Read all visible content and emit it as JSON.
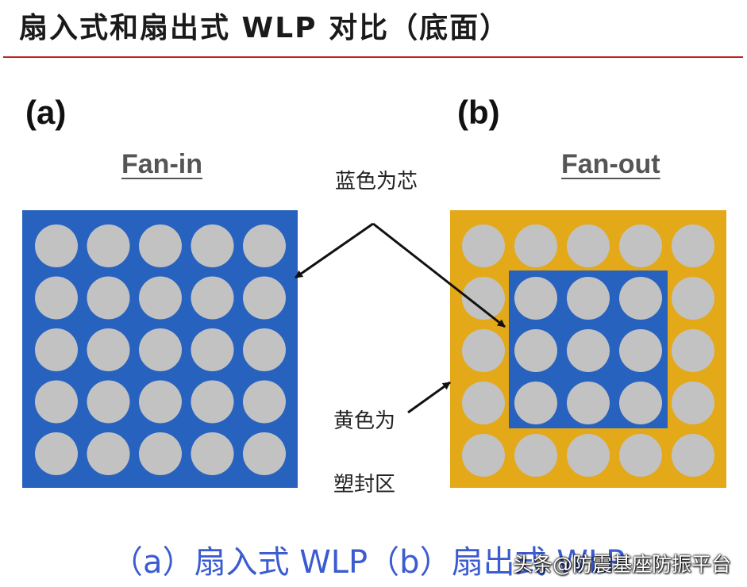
{
  "header": {
    "title": "扇入式和扇出式 WLP 对比（底面）"
  },
  "panels": {
    "a": {
      "letter": "(a)",
      "heading": "Fan-in"
    },
    "b": {
      "letter": "(b)",
      "heading": "Fan-out"
    }
  },
  "annotations": {
    "chip": "蓝色为芯",
    "mold_line1": "黄色为",
    "mold_line2": "塑封区"
  },
  "caption": "（a）扇入式 WLP（b）扇出式 WLP",
  "watermark": "头条@防震基座防振平台",
  "colors": {
    "chip_blue": "#2862bf",
    "mold_yellow": "#e3a919",
    "ball_gray": "#c2c2c2",
    "arrow": "#111111",
    "rule_red": "#c0201e",
    "caption_blue": "#3b5bd0"
  },
  "grids": {
    "fan_in": {
      "rows": 5,
      "cols": 5
    },
    "fan_out": {
      "rows": 5,
      "cols": 5
    }
  }
}
